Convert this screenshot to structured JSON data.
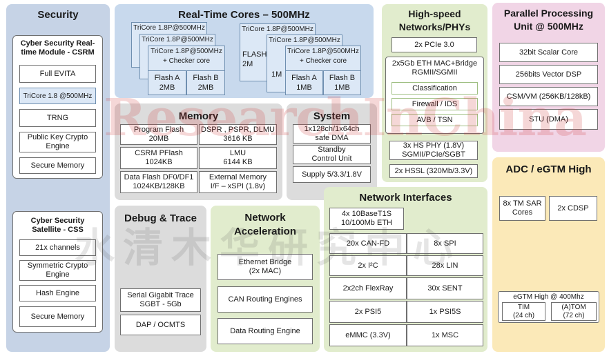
{
  "security": {
    "title": "Security",
    "csrm": {
      "title": "Cyber Security Real-time Module - CSRM",
      "items": [
        "Full EVITA",
        "TriCore 1.8 @500MHz",
        "TRNG",
        "Public Key Crypto Engine",
        "Secure Memory"
      ]
    },
    "css": {
      "title": "Cyber Security Satellite - CSS",
      "items": [
        "21x channels",
        "Symmetric Crypto Engine",
        "Hash Engine",
        "Secure Memory"
      ]
    }
  },
  "realtime": {
    "title": "Real-Time Cores – 500MHz",
    "core_label": "TriCore 1.8P@500MHz",
    "checker_label": "+ Checker core",
    "left_cluster": {
      "flash_a": "Flash A\n2MB",
      "flash_b": "Flash B\n2MB"
    },
    "right_cluster": {
      "back_a": "FLASH\n2M",
      "back_b": "1M",
      "flash_a": "Flash A\n1MB",
      "flash_b": "Flash B\n1MB"
    }
  },
  "memory": {
    "title": "Memory",
    "cells": [
      "Program Flash\n20MB",
      "DSPR , PSPR, DLMU\n3616 KB",
      "CSRM PFlash\n1024KB",
      "LMU\n6144 KB",
      "Data Flash DF0/DF1\n1024KB/128KB",
      "External Memory\nI/F – xSPI (1.8v)"
    ]
  },
  "system": {
    "title": "System",
    "items": [
      "1x128ch/1x64ch\nsafe DMA",
      "Standby\nControl Unit",
      "Supply 5/3.3/1.8V"
    ]
  },
  "debug": {
    "title": "Debug & Trace",
    "items": [
      "Serial Gigabit Trace\nSGBT - 5Gb",
      "DAP / OCMTS"
    ]
  },
  "netaccel": {
    "title": "Network\nAcceleration",
    "items": [
      "Ethernet Bridge\n(2x MAC)",
      "CAN Routing Engines",
      "Data Routing Engine"
    ]
  },
  "highspeed": {
    "title": "High-speed\nNetworks/PHYs",
    "pcie": "2x PCIe 3.0",
    "eth_title": "2x5Gb ETH MAC+Bridge\nRGMII/SGMII",
    "eth_items": [
      "Classification",
      "Firewall / IDS",
      "AVB / TSN"
    ],
    "phy": "3x HS PHY (1.8V)\nSGMII/PCIe/SGBT",
    "hssl": "2x HSSL (320Mb/3.3V)"
  },
  "netif": {
    "title": "Network Interfaces",
    "top": "4x 10BaseT1S\n10/100Mb ETH",
    "left": [
      "20x CAN-FD",
      "2x I²C",
      "2x2ch FlexRay",
      "2x PSI5",
      "eMMC (3.3V)"
    ],
    "right": [
      "8x SPI",
      "28x LIN",
      "30x SENT",
      "1x PSI5S",
      "1x MSC"
    ]
  },
  "parallel": {
    "title": "Parallel Processing\nUnit @ 500MHz",
    "items": [
      "32bit Scalar Core",
      "256bits Vector DSP",
      "CSM/VM (256KB/128kB)",
      "STU (DMA)"
    ]
  },
  "adc": {
    "title": "ADC / eGTM High",
    "sar": "8x TM SAR\nCores",
    "cdsp": "2x CDSP",
    "egtm_title": "eGTM High @ 400Mhz",
    "tim": "TIM\n(24 ch)",
    "atom": "(A)TOM\n(72 ch)"
  },
  "watermark": {
    "latin": "ResearchInChina",
    "cjk": "水清木华研究中心"
  },
  "colors": {
    "security_bg": "#c6d3e6",
    "realtime_bg": "#c8d9ed",
    "memory_bg": "#dcdcdc",
    "green_bg": "#e1eccd",
    "parallel_bg": "#f1d5e6",
    "adc_bg": "#fbe9b8",
    "watermark_red": "#d23c3c"
  }
}
